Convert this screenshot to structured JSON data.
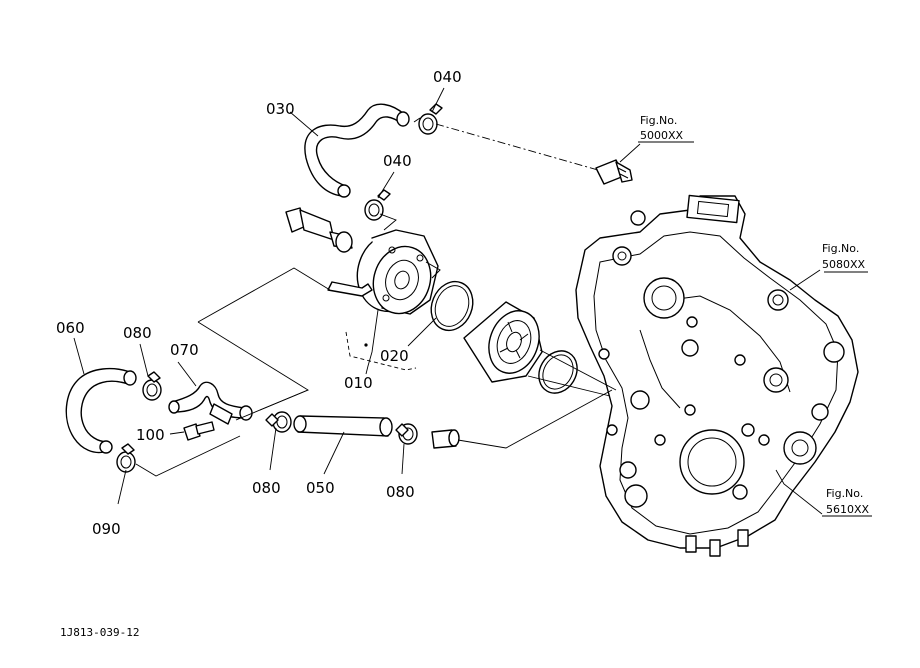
{
  "callouts": {
    "c010": "010",
    "c020": "020",
    "c030": "030",
    "c040a": "040",
    "c040b": "040",
    "c050": "050",
    "c060": "060",
    "c070": "070",
    "c080a": "080",
    "c080b": "080",
    "c080c": "080",
    "c090": "090",
    "c100": "100"
  },
  "figure_refs": {
    "top": {
      "label": "Fig.No.",
      "number": "5000XX"
    },
    "right": {
      "label": "Fig.No.",
      "number": "5080XX"
    },
    "bottom": {
      "label": "Fig.No.",
      "number": "5610XX"
    }
  },
  "drawing_code": "1J813-039-12"
}
